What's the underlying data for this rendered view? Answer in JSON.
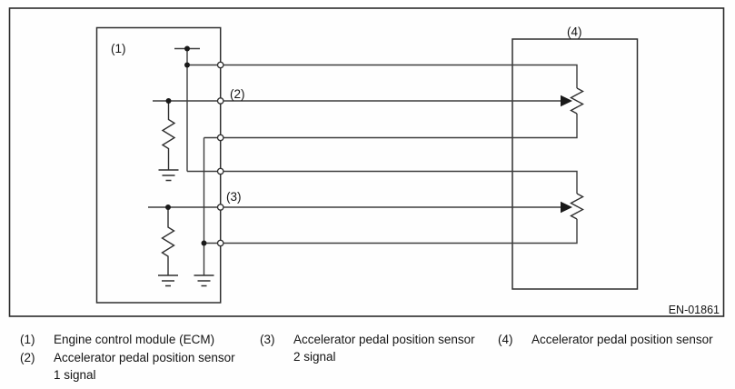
{
  "figure": {
    "drawing_number": "EN-01861",
    "callouts": {
      "ecm": "(1)",
      "sensor1_signal": "(2)",
      "sensor2_signal": "(3)",
      "sensor": "(4)"
    }
  },
  "legend": {
    "items": [
      {
        "ref": "(1)",
        "line1": "Engine control module (ECM)",
        "line2": ""
      },
      {
        "ref": "(2)",
        "line1": "Accelerator pedal position sensor",
        "line2": "1 signal"
      },
      {
        "ref": "(3)",
        "line1": "Accelerator pedal position sensor",
        "line2": "2 signal"
      },
      {
        "ref": "(4)",
        "line1": "Accelerator pedal position sensor",
        "line2": ""
      }
    ]
  },
  "colors": {
    "line": "#3d3d3d",
    "box": "#2f2f2f",
    "text": "#141414",
    "background": "#fefefe"
  }
}
